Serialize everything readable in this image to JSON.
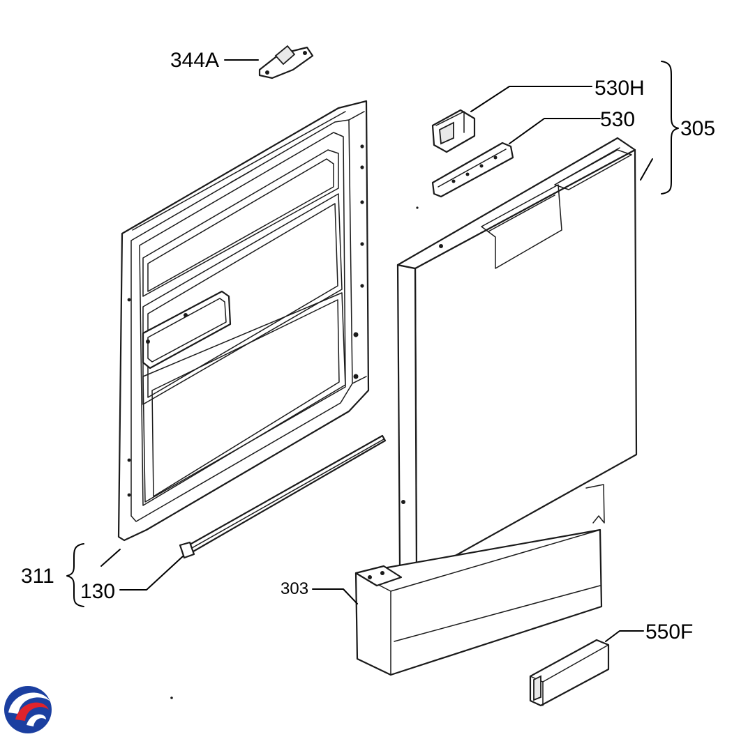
{
  "labels": {
    "p344A": "344A",
    "p530H": "530H",
    "p530": "530",
    "p305": "305",
    "p311": "311",
    "p130": "130",
    "p303": "303",
    "p550F": "550F"
  },
  "logo": {
    "name": "brand-logo",
    "colors": [
      "#1b3fa0",
      "#e0232b"
    ]
  }
}
